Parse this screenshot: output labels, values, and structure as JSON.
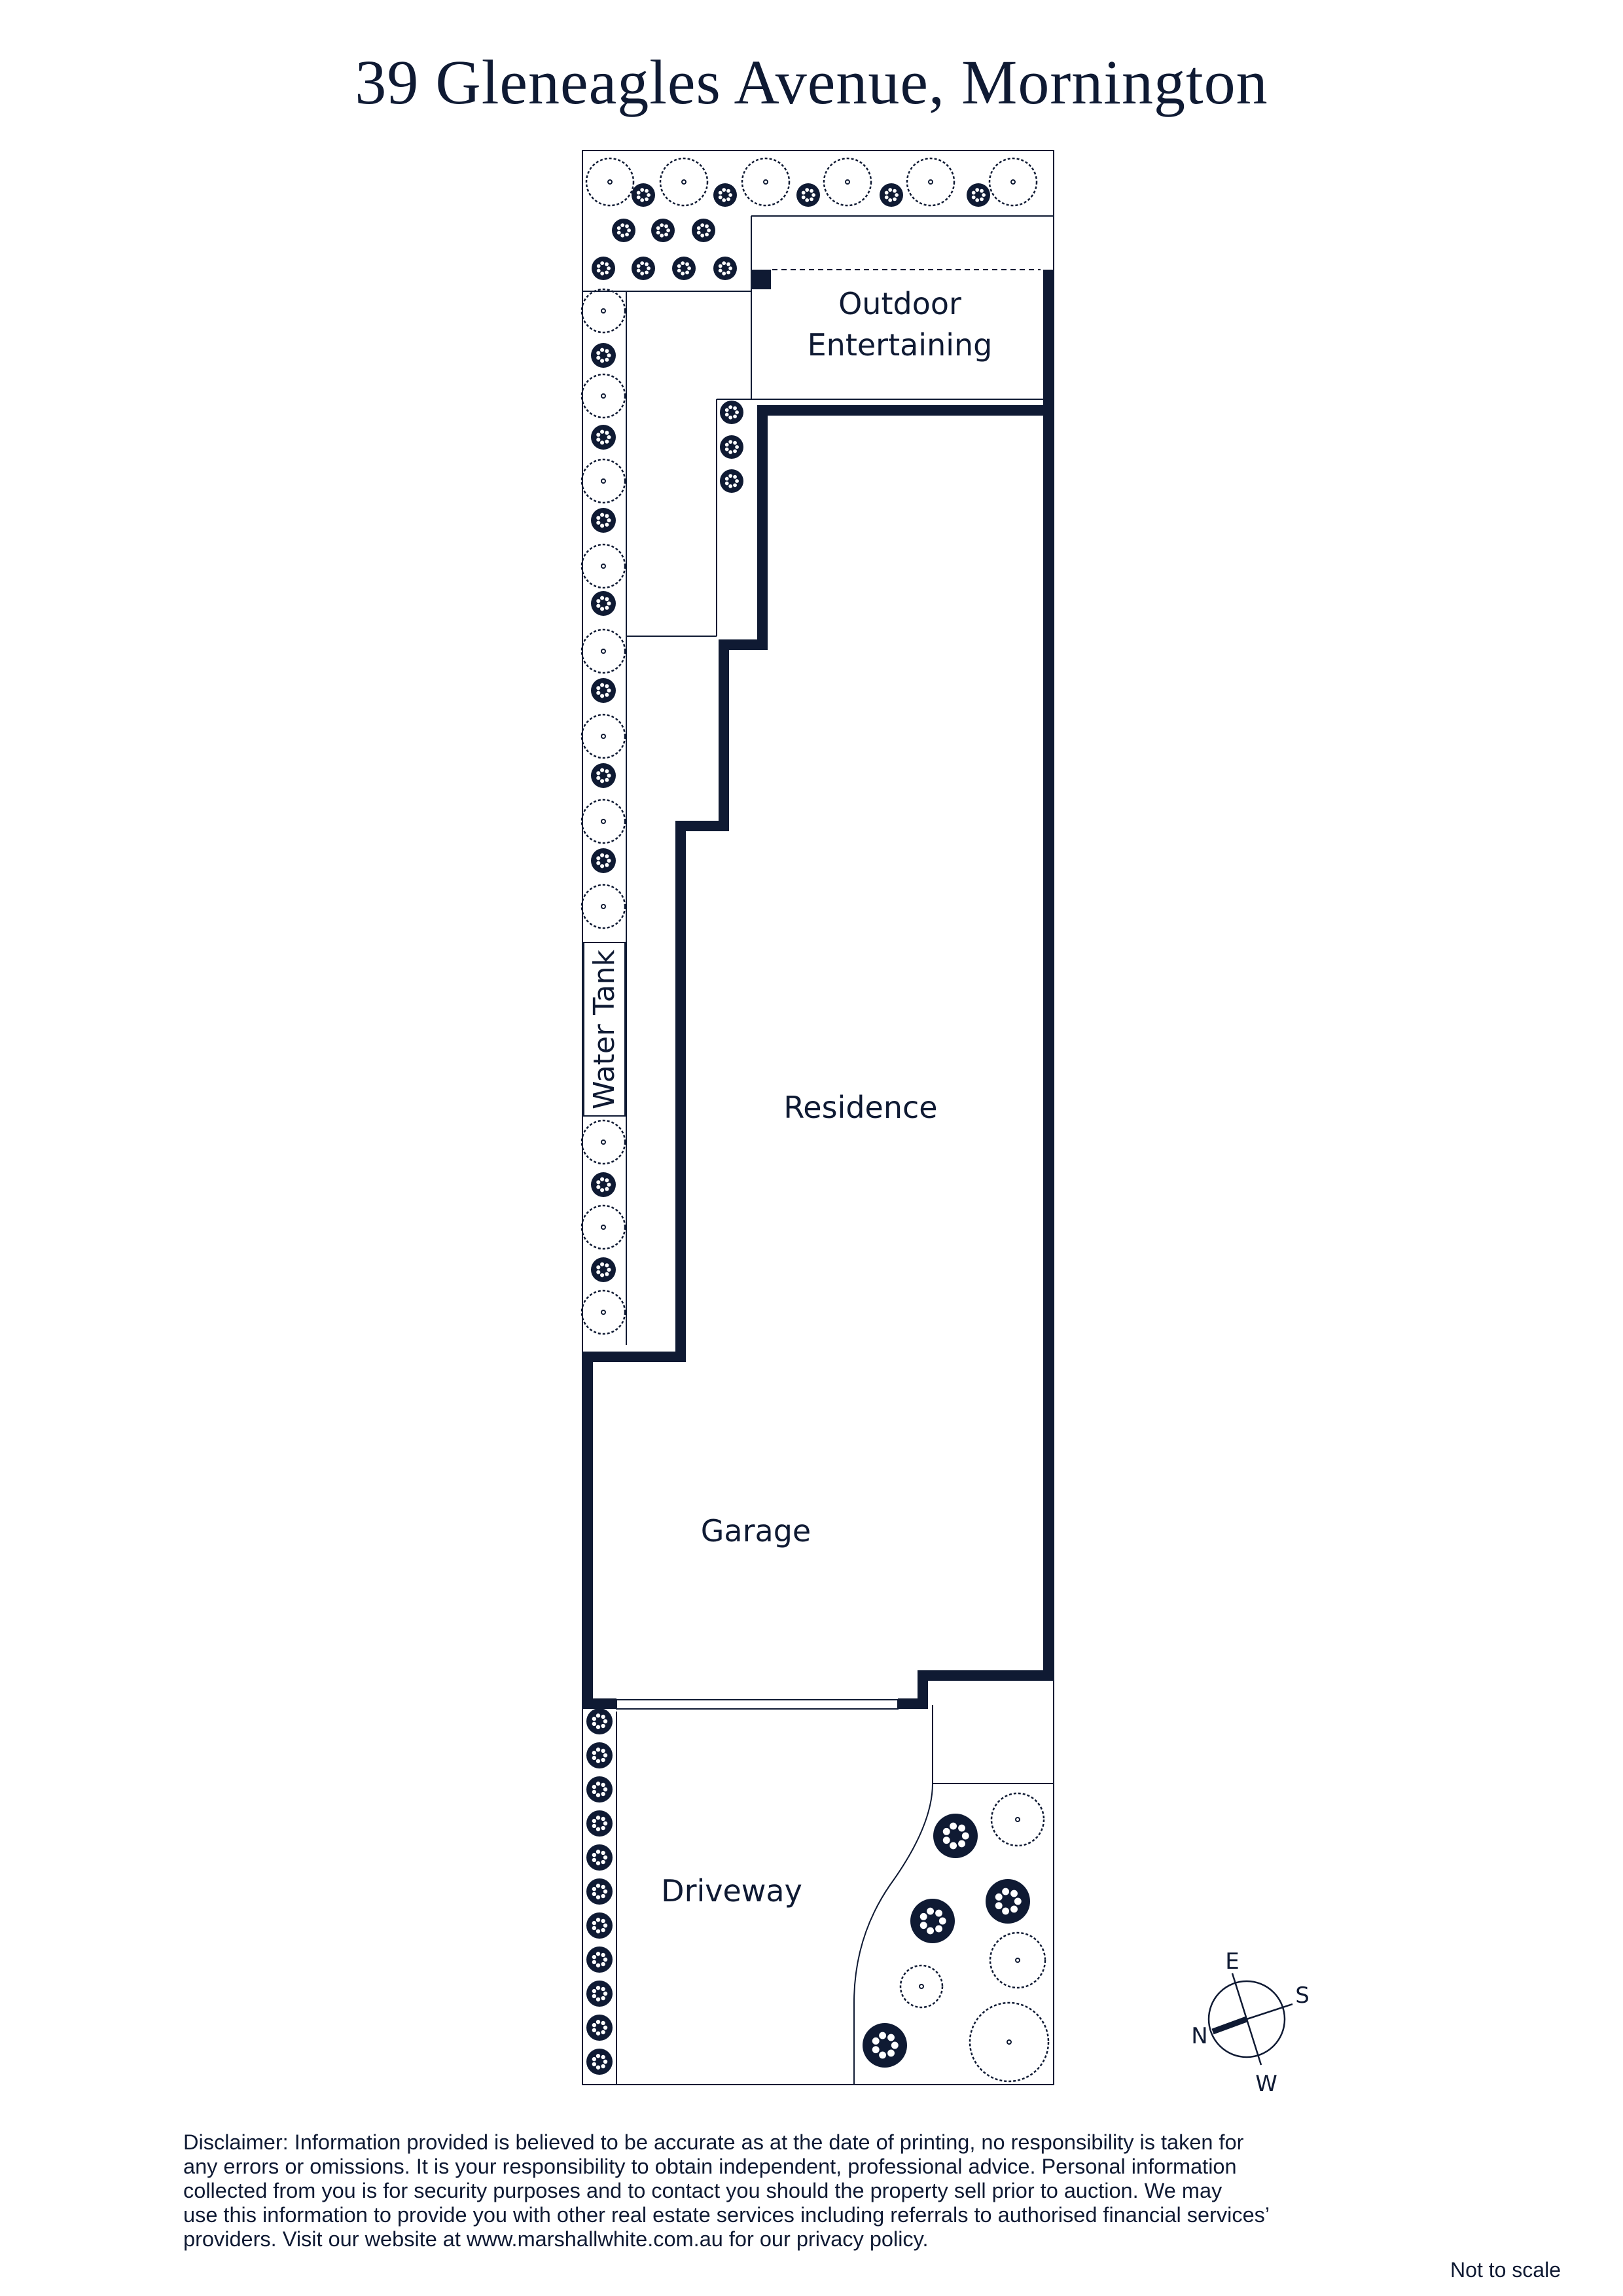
{
  "title": "39 Gleneagles Avenue, Mornington",
  "rooms": {
    "outdoor_entertaining": [
      "Outdoor",
      "Entertaining"
    ],
    "residence": "Residence",
    "garage": "Garage",
    "driveway": "Driveway",
    "water_tank": "Water Tank"
  },
  "compass": {
    "e": "E",
    "s": "S",
    "w": "W",
    "n": "N"
  },
  "disclaimer": [
    "Disclaimer: Information provided is believed to be accurate as at the date of printing, no responsibility is taken for",
    "any errors or omissions. It is your responsibility to obtain independent, professional advice. Personal information",
    "collected from you is for security purposes and to contact you should the property sell prior to auction. We may",
    "use this information to provide you with other real estate services including referrals to authorised financial services’",
    "providers. Visit our website at www.marshallwhite.com.au for our privacy policy."
  ],
  "scale_note": "Not to scale",
  "colors": {
    "ink": "#0f1a33",
    "paper": "#ffffff"
  }
}
